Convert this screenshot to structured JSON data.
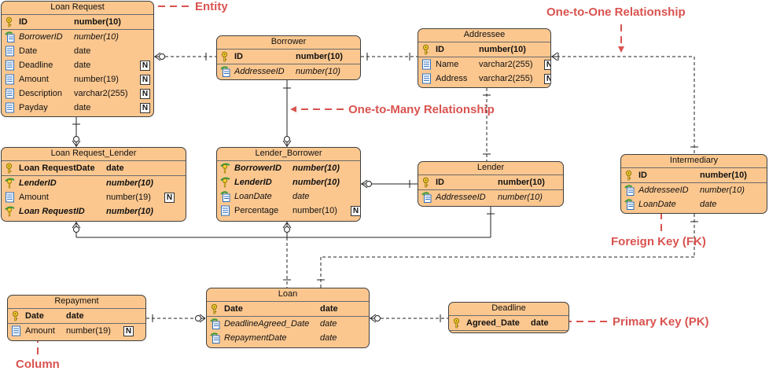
{
  "entities": [
    {
      "id": "loan_request",
      "title": "Loan Request",
      "columns": [
        {
          "name": "ID",
          "type": "number(10)",
          "kind": "pk",
          "null": false
        },
        {
          "name": "BorrowerID",
          "type": "number(10)",
          "kind": "fk",
          "null": false
        },
        {
          "name": "Date",
          "type": "date",
          "kind": "col",
          "null": false
        },
        {
          "name": "Deadline",
          "type": "date",
          "kind": "col",
          "null": true
        },
        {
          "name": "Amount",
          "type": "number(19)",
          "kind": "col",
          "null": true
        },
        {
          "name": "Description",
          "type": "varchar2(255)",
          "kind": "col",
          "null": true
        },
        {
          "name": "Payday",
          "type": "date",
          "kind": "col",
          "null": true
        }
      ]
    },
    {
      "id": "borrower",
      "title": "Borrower",
      "columns": [
        {
          "name": "ID",
          "type": "number(10)",
          "kind": "pk",
          "null": false
        },
        {
          "name": "AddresseeID",
          "type": "number(10)",
          "kind": "fk",
          "null": false
        }
      ]
    },
    {
      "id": "addressee",
      "title": "Addressee",
      "columns": [
        {
          "name": "ID",
          "type": "number(10)",
          "kind": "pk",
          "null": false
        },
        {
          "name": "Name",
          "type": "varchar2(255)",
          "kind": "col",
          "null": true
        },
        {
          "name": "Address",
          "type": "varchar2(255)",
          "kind": "col",
          "null": true
        }
      ]
    },
    {
      "id": "loan_request_lender",
      "title": "Loan Request_Lender",
      "columns": [
        {
          "name": "Loan RequestDate",
          "type": "date",
          "kind": "pk",
          "null": false
        },
        {
          "name": "LenderID",
          "type": "number(10)",
          "kind": "pkfk",
          "null": false
        },
        {
          "name": "Amount",
          "type": "number(19)",
          "kind": "col",
          "null": true
        },
        {
          "name": "Loan RequestID",
          "type": "number(10)",
          "kind": "pkfk",
          "null": false
        }
      ]
    },
    {
      "id": "lender_borrower",
      "title": "Lender_Borrower",
      "columns": [
        {
          "name": "BorrowerID",
          "type": "number(10)",
          "kind": "pkfk",
          "null": false
        },
        {
          "name": "LenderID",
          "type": "number(10)",
          "kind": "pkfk",
          "null": false
        },
        {
          "name": "LoanDate",
          "type": "date",
          "kind": "fk",
          "null": false
        },
        {
          "name": "Percentage",
          "type": "number(10)",
          "kind": "col",
          "null": true
        }
      ]
    },
    {
      "id": "lender",
      "title": "Lender",
      "columns": [
        {
          "name": "ID",
          "type": "number(10)",
          "kind": "pk",
          "null": false
        },
        {
          "name": "AddresseeID",
          "type": "number(10)",
          "kind": "fk",
          "null": false
        }
      ]
    },
    {
      "id": "intermediary",
      "title": "Intermediary",
      "columns": [
        {
          "name": "ID",
          "type": "number(10)",
          "kind": "pk",
          "null": false
        },
        {
          "name": "AddresseeID",
          "type": "number(10)",
          "kind": "fk",
          "null": false
        },
        {
          "name": "LoanDate",
          "type": "date",
          "kind": "fk",
          "null": false
        }
      ]
    },
    {
      "id": "repayment",
      "title": "Repayment",
      "columns": [
        {
          "name": "Date",
          "type": "date",
          "kind": "pk",
          "null": false
        },
        {
          "name": "Amount",
          "type": "number(19)",
          "kind": "col",
          "null": true
        }
      ]
    },
    {
      "id": "loan",
      "title": "Loan",
      "columns": [
        {
          "name": "Date",
          "type": "date",
          "kind": "pk",
          "null": false
        },
        {
          "name": "DeadlineAgreed_Date",
          "type": "date",
          "kind": "fk",
          "null": false
        },
        {
          "name": "RepaymentDate",
          "type": "date",
          "kind": "fk",
          "null": false
        }
      ]
    },
    {
      "id": "deadline",
      "title": "Deadline",
      "columns": [
        {
          "name": "Agreed_Date",
          "type": "date",
          "kind": "pk",
          "null": false
        }
      ]
    }
  ],
  "annotations": {
    "entity": "Entity",
    "one_to_one": "One-to-One Relationship",
    "one_to_many": "One-to-Many Relationship",
    "foreign_key": "Foreign Key (FK)",
    "primary_key": "Primary Key (PK)",
    "column": "Column"
  },
  "null_marker": "N",
  "colors": {
    "entity_fill": "#fbc78f",
    "entity_border": "#3f3f3f",
    "annotation": "#d9534f",
    "connector": "#222222"
  },
  "icons": {
    "pk": "key-icon",
    "fk": "foreign-key-icon",
    "pkfk": "primary-foreign-key-icon",
    "col": "column-icon"
  }
}
